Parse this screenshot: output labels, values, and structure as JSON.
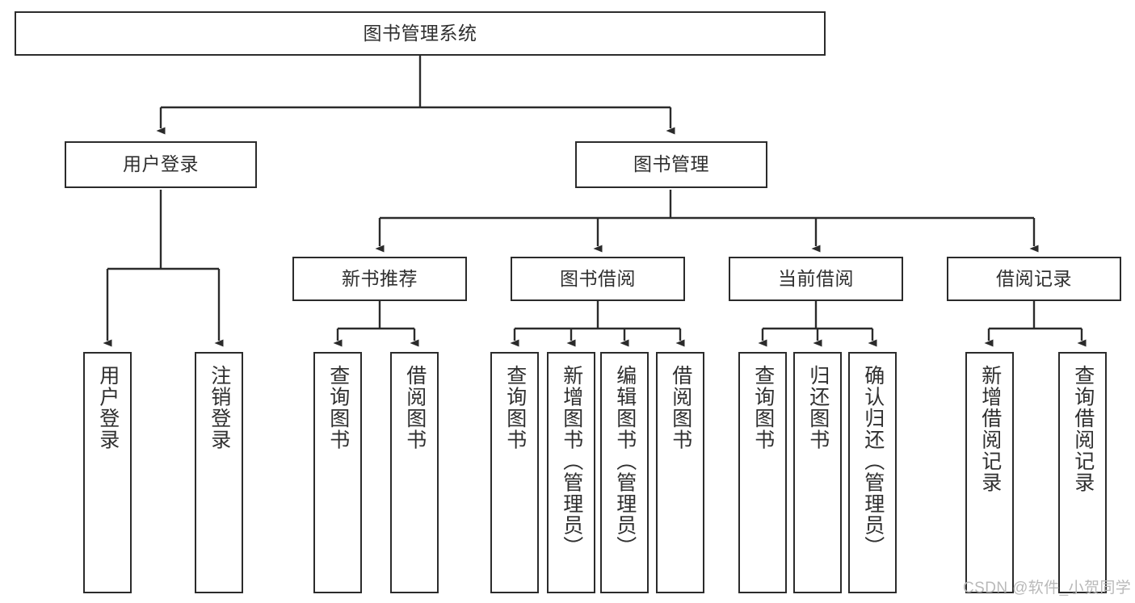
{
  "diagram": {
    "title": "图书管理系统",
    "type": "tree-hierarchy",
    "nodes": {
      "root": {
        "label": "图书管理系统"
      },
      "level2": [
        {
          "id": "user-login",
          "label": "用户登录"
        },
        {
          "id": "book-management",
          "label": "图书管理"
        }
      ],
      "level3": [
        {
          "id": "new-book-recommend",
          "label": "新书推荐"
        },
        {
          "id": "book-borrow",
          "label": "图书借阅"
        },
        {
          "id": "current-borrow",
          "label": "当前借阅"
        },
        {
          "id": "borrow-record",
          "label": "借阅记录"
        }
      ],
      "leaves": {
        "user-login": [
          {
            "id": "leaf-user-login",
            "label": "用户登录"
          },
          {
            "id": "leaf-logout-login",
            "label": "注销登录"
          }
        ],
        "new-book-recommend": [
          {
            "id": "leaf-query-book-1",
            "label": "查询图书"
          },
          {
            "id": "leaf-borrow-book-1",
            "label": "借阅图书"
          }
        ],
        "book-borrow": [
          {
            "id": "leaf-query-book-2",
            "label": "查询图书"
          },
          {
            "id": "leaf-add-book",
            "label": "新增图书（管理员）"
          },
          {
            "id": "leaf-edit-book",
            "label": "编辑图书（管理员）"
          },
          {
            "id": "leaf-borrow-book-2",
            "label": "借阅图书"
          }
        ],
        "current-borrow": [
          {
            "id": "leaf-query-book-3",
            "label": "查询图书"
          },
          {
            "id": "leaf-return-book",
            "label": "归还图书"
          },
          {
            "id": "leaf-confirm-return",
            "label": "确认归还（管理员）"
          }
        ],
        "borrow-record": [
          {
            "id": "leaf-add-record",
            "label": "新增借阅记录"
          },
          {
            "id": "leaf-query-record",
            "label": "查询借阅记录"
          }
        ]
      }
    },
    "colors": {
      "stroke": "#2b2b2b",
      "fill": "#ffffff",
      "text": "#2f2f2f",
      "watermark": "#b9b9b9"
    }
  },
  "watermark": {
    "text": "CSDN @软件_小贺同学"
  }
}
